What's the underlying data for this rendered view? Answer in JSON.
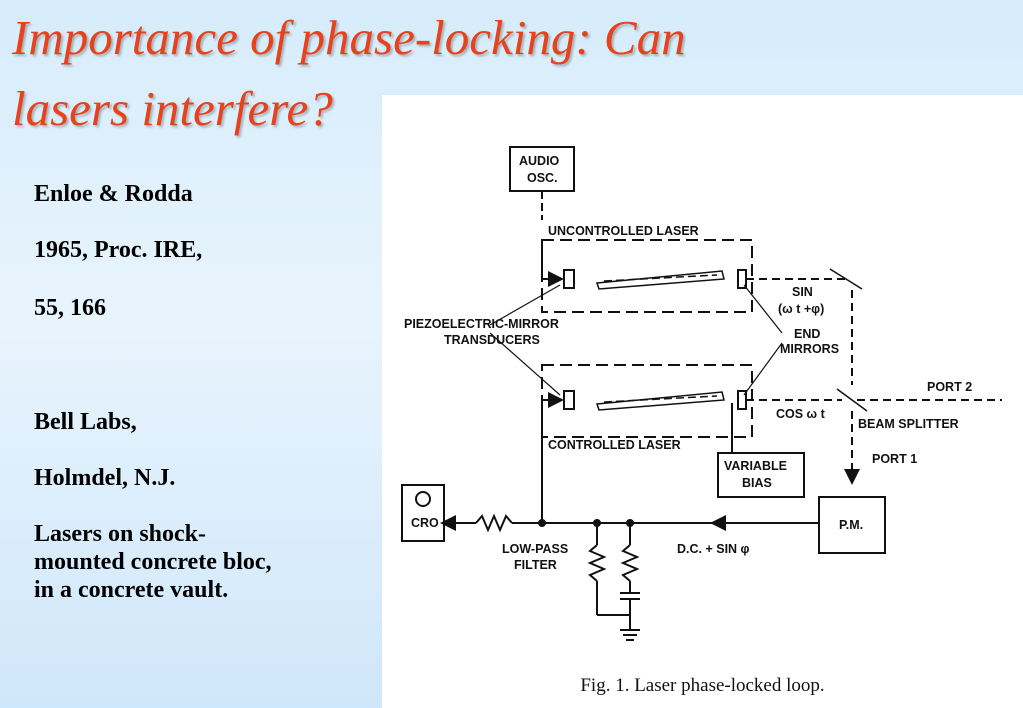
{
  "slide": {
    "title_line1": "Importance of phase-locking:  Can",
    "title_line2": "lasers interfere?",
    "notes": {
      "authors": "Enloe & Rodda",
      "citation": "1965, Proc. IRE,",
      "volume": "55, 166",
      "lab": "Bell Labs,",
      "location": "Holmdel, N.J.",
      "setup_line1": "Lasers on shock-",
      "setup_line2": "mounted concrete bloc,",
      "setup_line3": "in a concrete vault."
    },
    "colors": {
      "title": "#e8421c",
      "background": "#d6ecfb"
    }
  },
  "figure": {
    "caption": "Fig. 1. Laser phase-locked loop.",
    "labels": {
      "audio_osc_1": "AUDIO",
      "audio_osc_2": "OSC.",
      "uncontrolled_laser": "UNCONTROLLED LASER",
      "controlled_laser": "CONTROLLED LASER",
      "sin_1": "SIN",
      "sin_2": "(ω t +φ)",
      "piezo_1": "PIEZOELECTRIC-MIRROR",
      "piezo_2": "TRANSDUCERS",
      "end_1": "END",
      "end_2": "MIRRORS",
      "port2": "PORT 2",
      "cos": "COS ω t",
      "beam_splitter": "BEAM SPLITTER",
      "port1": "PORT 1",
      "variable_1": "VARIABLE",
      "variable_2": "BIAS",
      "cro": "CRO",
      "pm": "P.M.",
      "lowpass_1": "LOW-PASS",
      "lowpass_2": "FILTER",
      "dc": "D.C. + SIN φ"
    }
  }
}
